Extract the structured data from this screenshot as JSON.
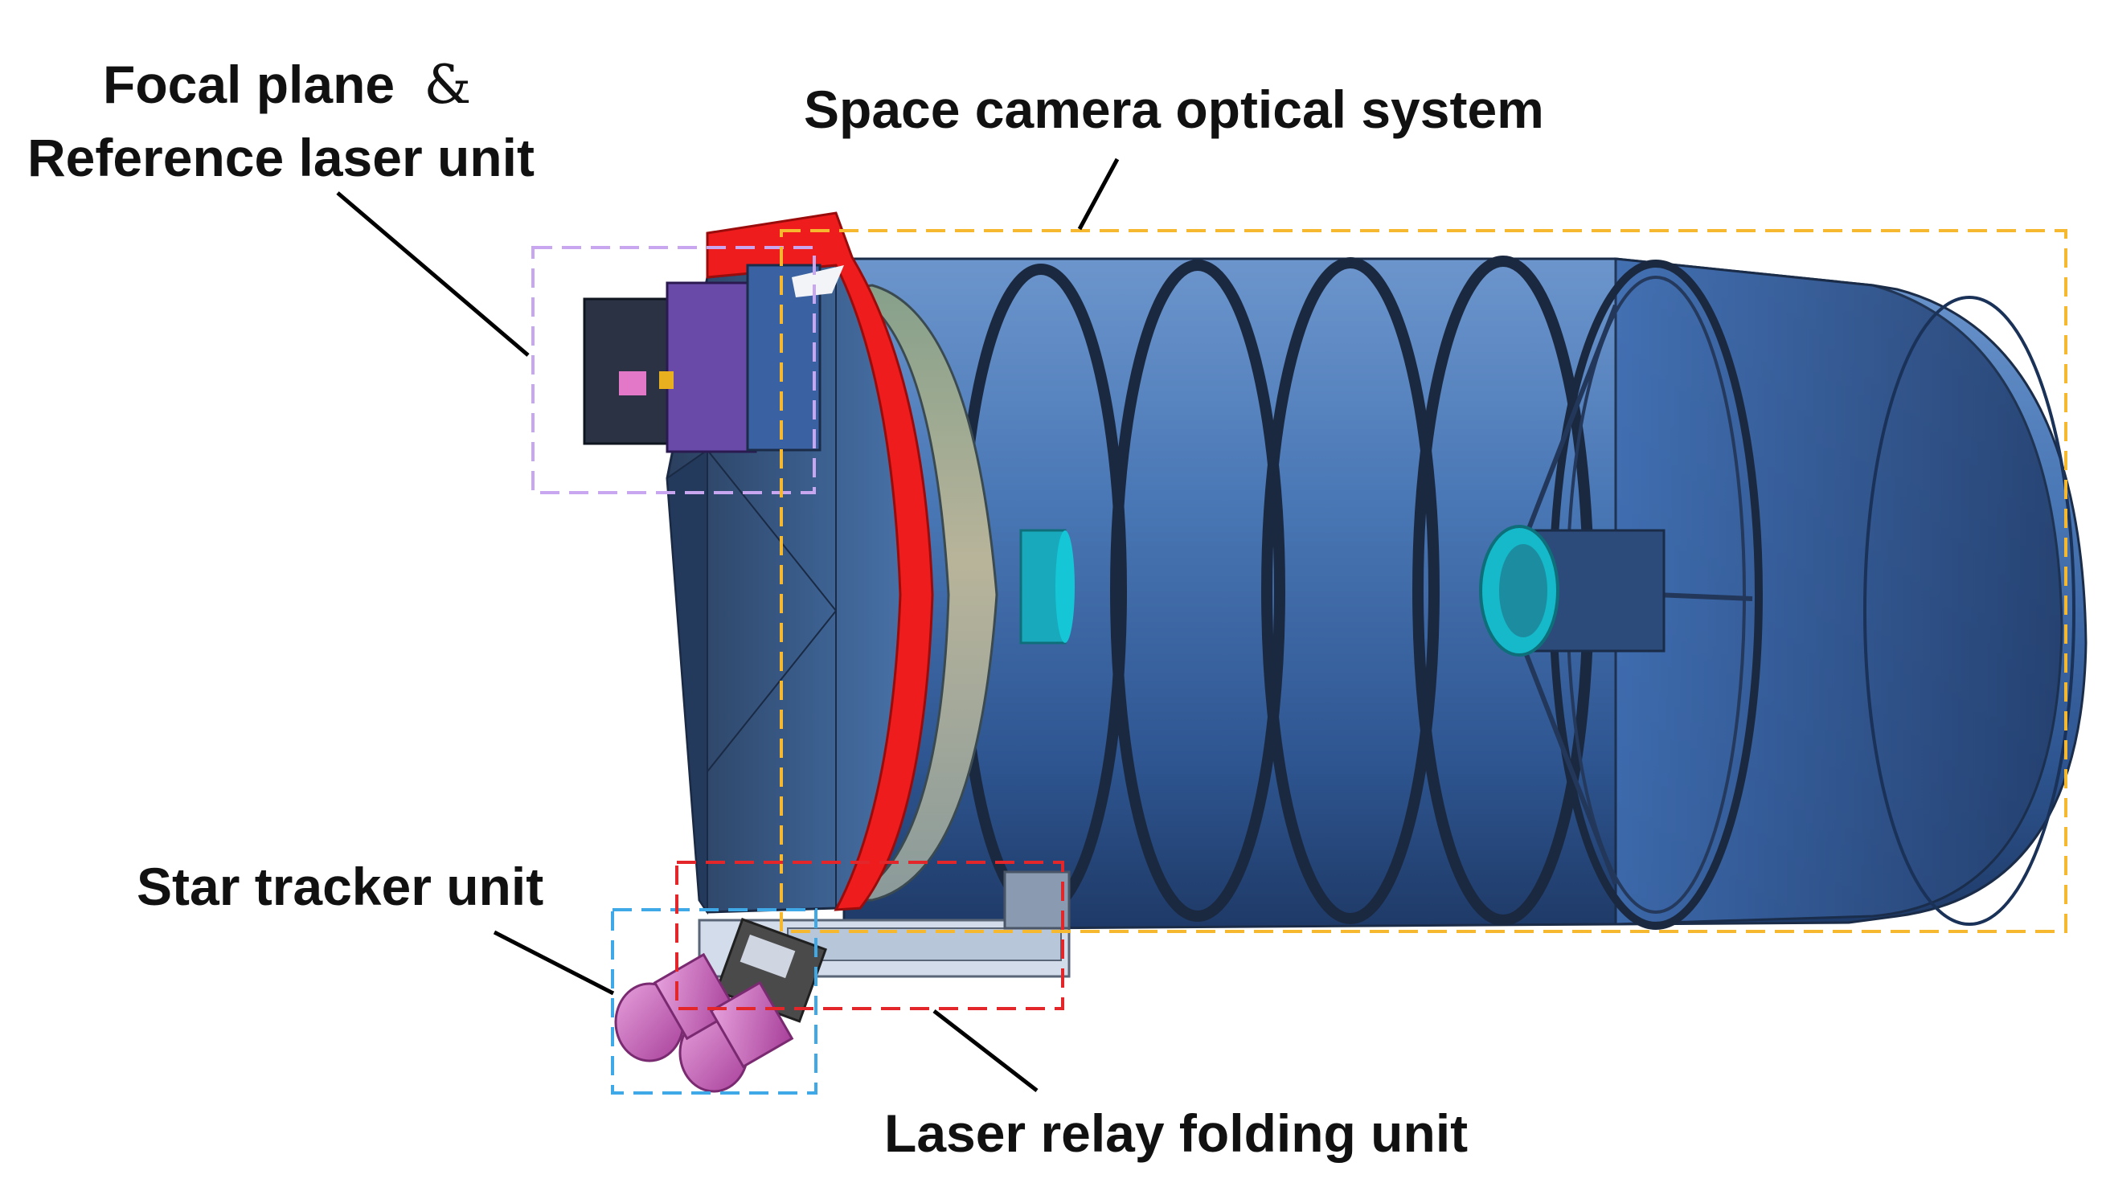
{
  "labels": {
    "focal_plane": "Focal plane",
    "ampersand": "&",
    "reference_laser": "Reference laser unit",
    "space_camera": "Space camera optical system",
    "star_tracker": "Star tracker unit",
    "laser_relay": "Laser relay folding unit"
  },
  "colors": {
    "focal_box": "#c9a6f0",
    "space_box": "#f5b82e",
    "star_box": "#3fa9e8",
    "laser_box": "#e2262a",
    "barrel": "#3d6aa8",
    "red_flange": "#ee1c1c",
    "star_tracker_body": "#cc66bb",
    "cyan_part": "#15b9c9"
  }
}
